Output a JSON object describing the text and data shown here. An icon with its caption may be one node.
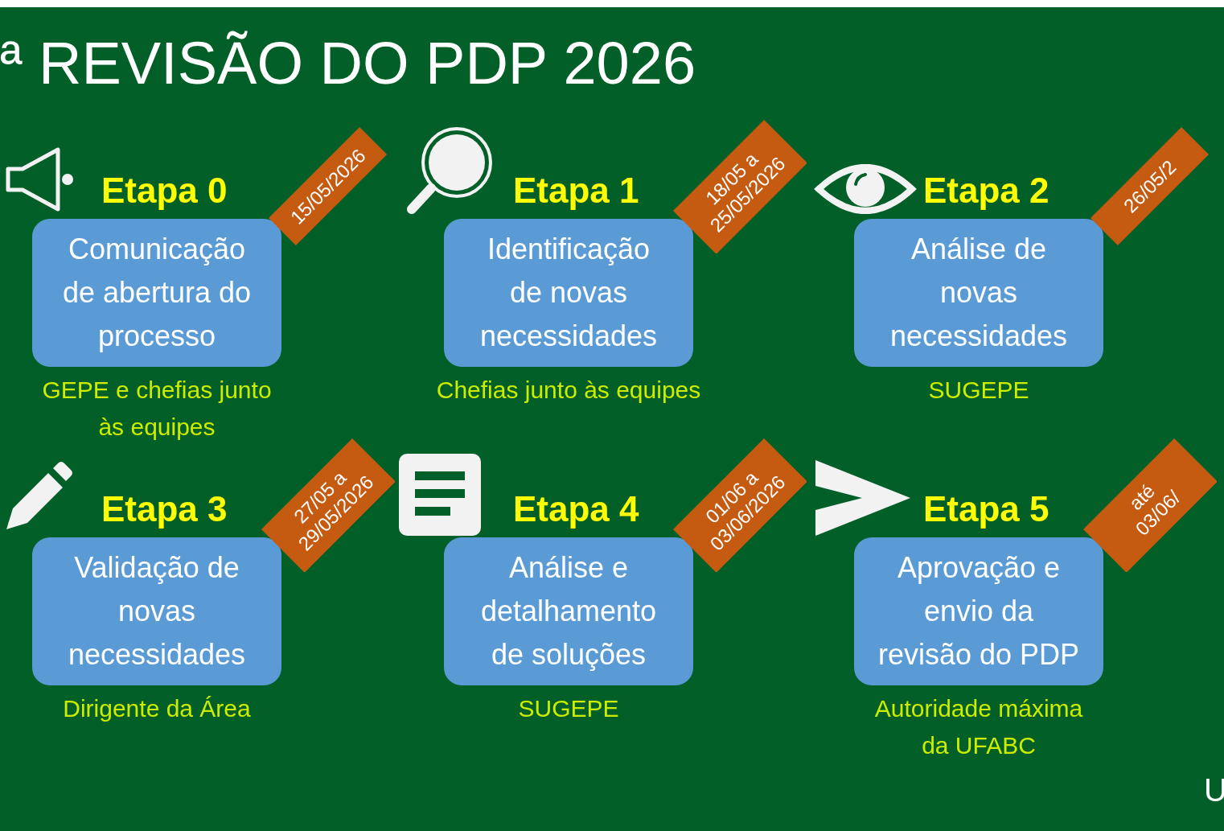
{
  "diagram": {
    "title": "ª REVISÃO DO PDP 2026",
    "nodes": [
      {
        "text": [
          "Etapa 0",
          "Comunicação de abertura do processo"
        ],
        "beside": [
          "GEPE e chefias junto às equipes"
        ]
      },
      {
        "text": [
          "15/05/2026"
        ]
      },
      {
        "text": [
          "Etapa 1",
          "Identificação de novas necessidades"
        ],
        "beside": [
          "Chefias junto às equipes"
        ]
      },
      {
        "text": [
          "18/05 a 25/05/2026"
        ]
      },
      {
        "text": [
          "Etapa 2",
          "Análise de novas necessidades"
        ],
        "beside": [
          "SUGEPE"
        ]
      },
      {
        "text": [
          "26/05/2"
        ]
      },
      {
        "text": [
          "Etapa 3",
          "Validação de novas necessidades"
        ],
        "beside": [
          "Dirigente da Área"
        ]
      },
      {
        "text": [
          "27/05 a 29/05/2026"
        ]
      },
      {
        "text": [
          "Etapa 4",
          "Análise e detalhamento de soluções"
        ],
        "beside": [
          "SUGEPE"
        ]
      },
      {
        "text": [
          "01/06 a 03/06/2026"
        ]
      },
      {
        "text": [
          "Etapa 5",
          "Aprovação e envio da revisão do PDP"
        ],
        "beside": [
          "Autoridade máxima da UFABC"
        ]
      },
      {
        "text": [
          "até 03/06/"
        ]
      }
    ],
    "labels": [
      "U"
    ]
  }
}
